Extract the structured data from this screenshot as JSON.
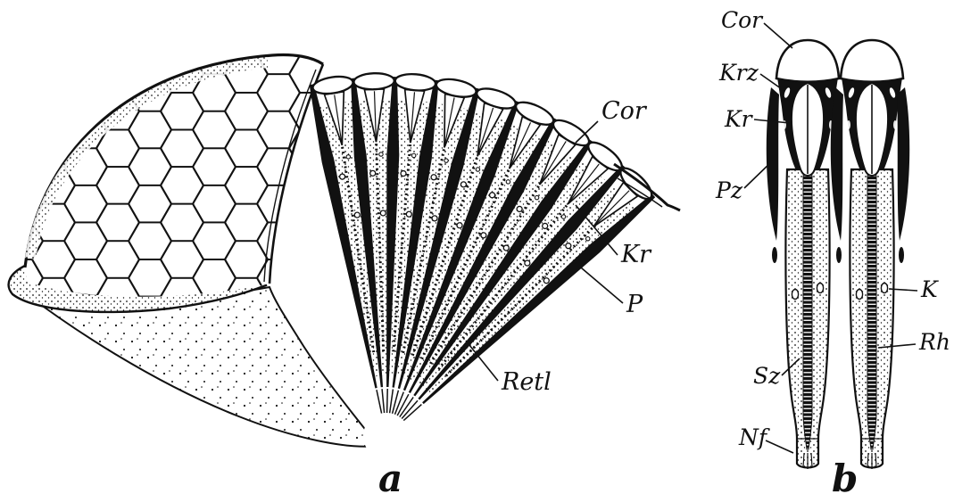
{
  "figure": {
    "ink_color": "#111111",
    "background_color": "#ffffff",
    "panel_a": {
      "caption": "a",
      "labels": {
        "cor": "Cor",
        "kr": "Kr",
        "p": "P",
        "retl": "Retl"
      }
    },
    "panel_b": {
      "caption": "b",
      "labels": {
        "cor": "Cor",
        "krz": "Krz",
        "kr": "Kr",
        "pz": "Pz",
        "k": "K",
        "rh": "Rh",
        "sz": "Sz",
        "nf": "Nf"
      }
    }
  }
}
